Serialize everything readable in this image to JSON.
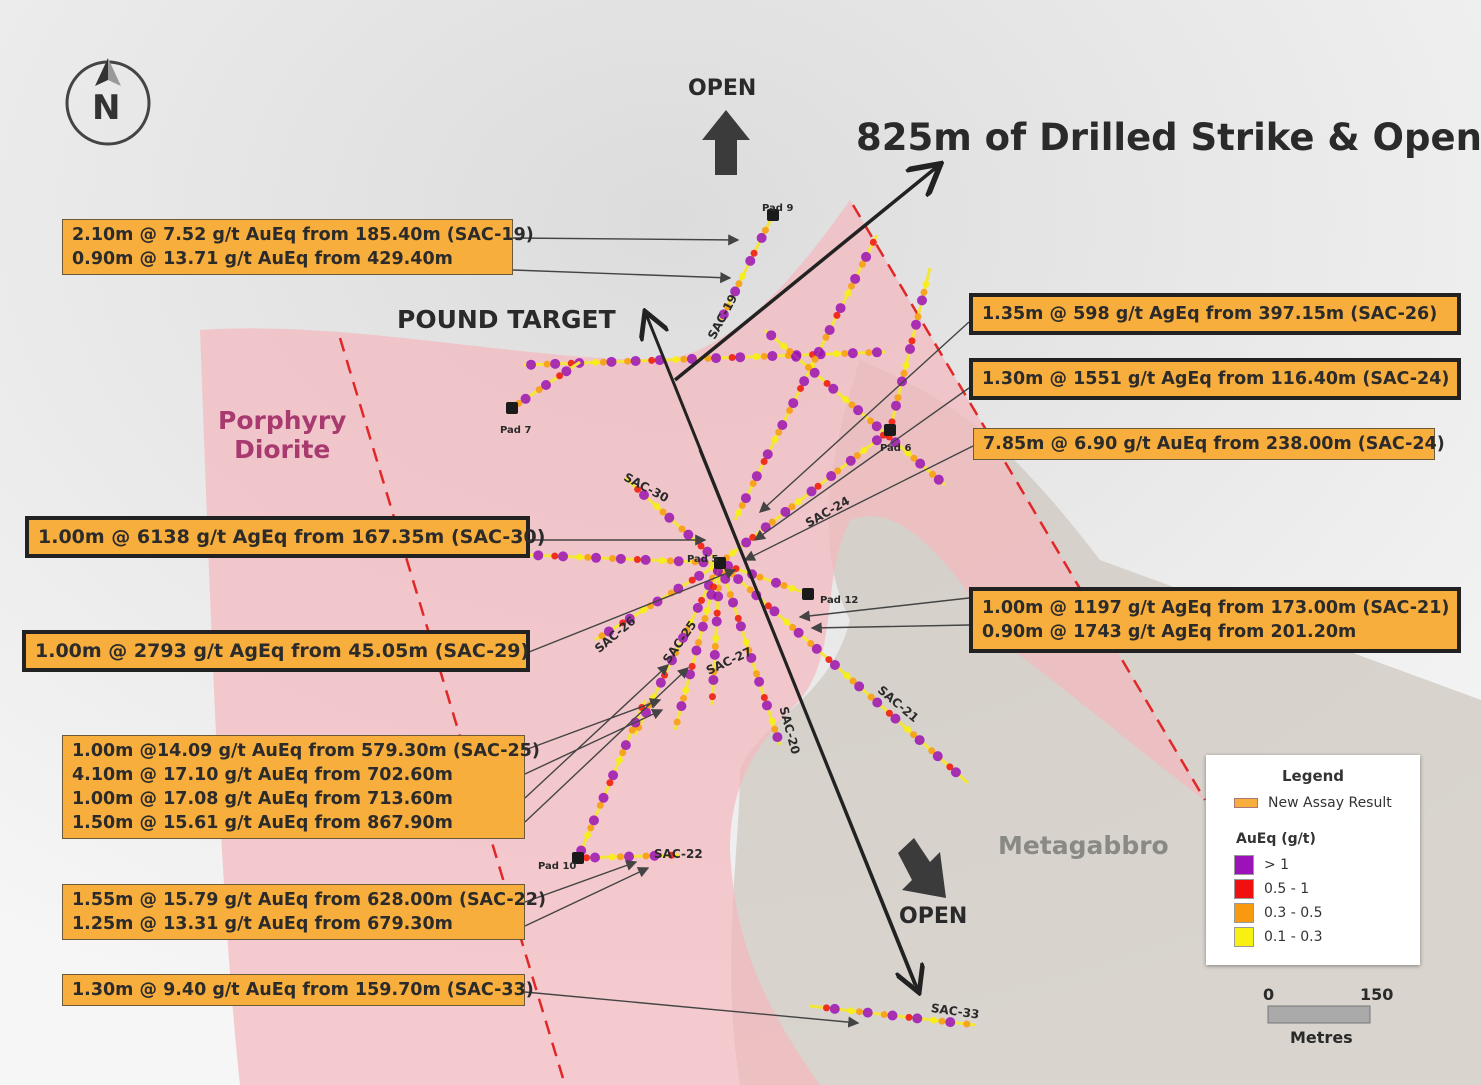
{
  "title": "825m of Drilled Strike & Open",
  "target_label": "POUND TARGET",
  "open_labels": [
    "OPEN",
    "OPEN"
  ],
  "north_label": "N",
  "units": {
    "porphyry": [
      "Porphyry",
      "Diorite"
    ],
    "metagabbro": "Metagabbro"
  },
  "pads": [
    "Pad 9",
    "Pad 7",
    "Pad 6",
    "Pad 5",
    "Pad 12",
    "Pad 10"
  ],
  "holes": [
    "SAC-19",
    "SAC-30",
    "SAC-24",
    "SAC-26",
    "SAC-25",
    "SAC-27",
    "SAC-20",
    "SAC-21",
    "SAC-22",
    "SAC-33"
  ],
  "callouts": {
    "sac19": [
      "2.10m @ 7.52 g/t AuEq from 185.40m (SAC-19)",
      "0.90m @ 13.71 g/t AuEq from 429.40m"
    ],
    "sac30": [
      "1.00m @ 6138 g/t AgEq from 167.35m (SAC-30)"
    ],
    "sac29": [
      "1.00m @ 2793 g/t AgEq from 45.05m (SAC-29)"
    ],
    "sac25": [
      "1.00m @14.09 g/t AuEq from 579.30m (SAC-25)",
      "4.10m @ 17.10 g/t AuEq from 702.60m",
      "1.00m @ 17.08 g/t AuEq from 713.60m",
      "1.50m @ 15.61 g/t AuEq from 867.90m"
    ],
    "sac22": [
      "1.55m @ 15.79 g/t AuEq from 628.00m (SAC-22)",
      "1.25m @ 13.31 g/t AuEq from 679.30m"
    ],
    "sac33": [
      "1.30m @ 9.40 g/t AuEq from 159.70m (SAC-33)"
    ],
    "sac26": [
      "1.35m @ 598 g/t AgEq from 397.15m (SAC-26)"
    ],
    "sac24a": [
      "1.30m @ 1551 g/t AgEq from 116.40m (SAC-24)"
    ],
    "sac24b": [
      "7.85m @ 6.90 g/t AuEq from 238.00m (SAC-24)"
    ],
    "sac21": [
      "1.00m @ 1197 g/t AgEq from 173.00m (SAC-21)",
      "0.90m @ 1743 g/t AgEq from 201.20m"
    ]
  },
  "legend": {
    "title": "Legend",
    "new_assay": "New Assay Result",
    "scale_title": "AuEq (g/t)",
    "classes": [
      {
        "label": "> 1",
        "color": "#9b12b8"
      },
      {
        "label": "0.5 - 1",
        "color": "#f01010"
      },
      {
        "label": "0.3 - 0.5",
        "color": "#f89a10"
      },
      {
        "label": "0.1 - 0.3",
        "color": "#f8f010"
      }
    ]
  },
  "scalebar": {
    "min": "0",
    "max": "150",
    "unit": "Metres"
  },
  "colors": {
    "callout": "#f8ae3c",
    "contact": "#e02828",
    "porphyry": "#f7c6c8",
    "metagabbro": "#cfc8c0"
  }
}
